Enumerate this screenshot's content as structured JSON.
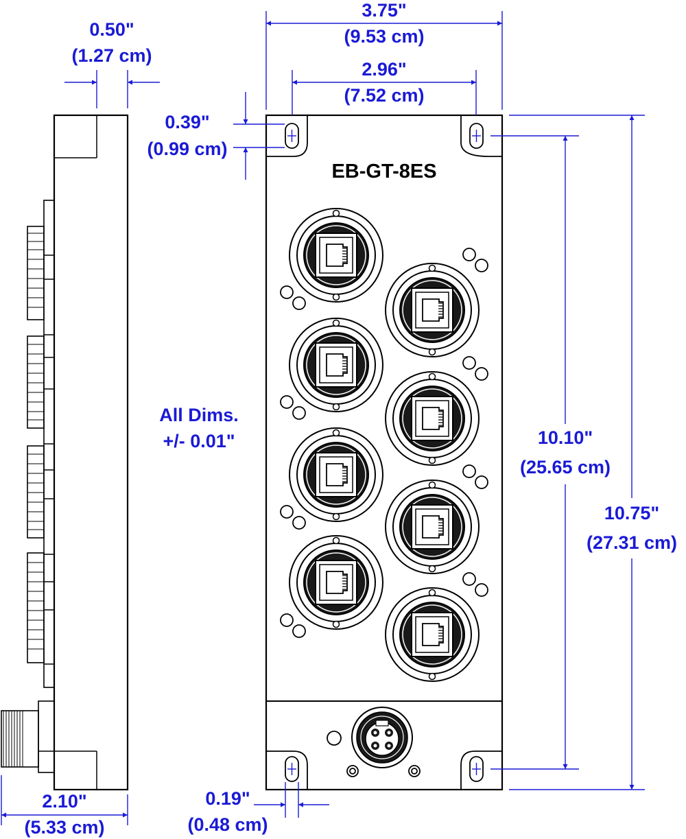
{
  "model": "EB-GT-8ES",
  "tolerance": [
    "All Dims.",
    "+/- 0.01\""
  ],
  "dimensions": {
    "overall_width": {
      "in": "3.75\"",
      "cm": "(9.53 cm)"
    },
    "slot_spacing": {
      "in": "2.96\"",
      "cm": "(7.52 cm)"
    },
    "side_flange": {
      "in": "0.50\"",
      "cm": "(1.27 cm)"
    },
    "slot_from_top": {
      "in": "0.39\"",
      "cm": "(0.99 cm)"
    },
    "slot_height_spacing": {
      "in": "10.10\"",
      "cm": "(25.65 cm)"
    },
    "overall_height": {
      "in": "10.75\"",
      "cm": "(27.31 cm)"
    },
    "depth": {
      "in": "2.10\"",
      "cm": "(5.33 cm)"
    },
    "slot_width": {
      "in": "0.19\"",
      "cm": "(0.48 cm)"
    }
  },
  "colors": {
    "dimension": "#1a1ad6",
    "outline": "#000000"
  }
}
